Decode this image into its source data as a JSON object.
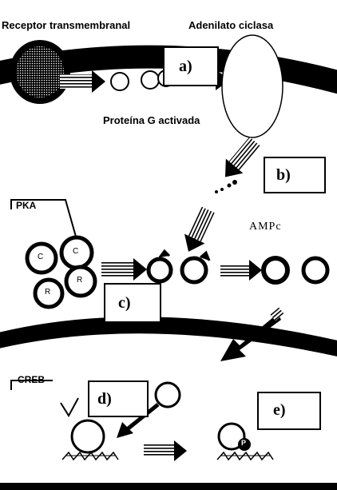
{
  "labels": {
    "receptor": "Receptor transmembranal",
    "adenilato": "Adenilato ciclasa",
    "proteina_g": "Proteína G activada",
    "pka": "PKA",
    "ampc": "AMPc",
    "creb": "CREB"
  },
  "pka_subunits": {
    "c1": "C",
    "c2": "C",
    "r1": "R",
    "r2": "R"
  },
  "phosphate_symbol": "P",
  "answer_boxes": {
    "a": "a)",
    "b": "b)",
    "c": "c)",
    "d": "d)",
    "e": "e)"
  }
}
